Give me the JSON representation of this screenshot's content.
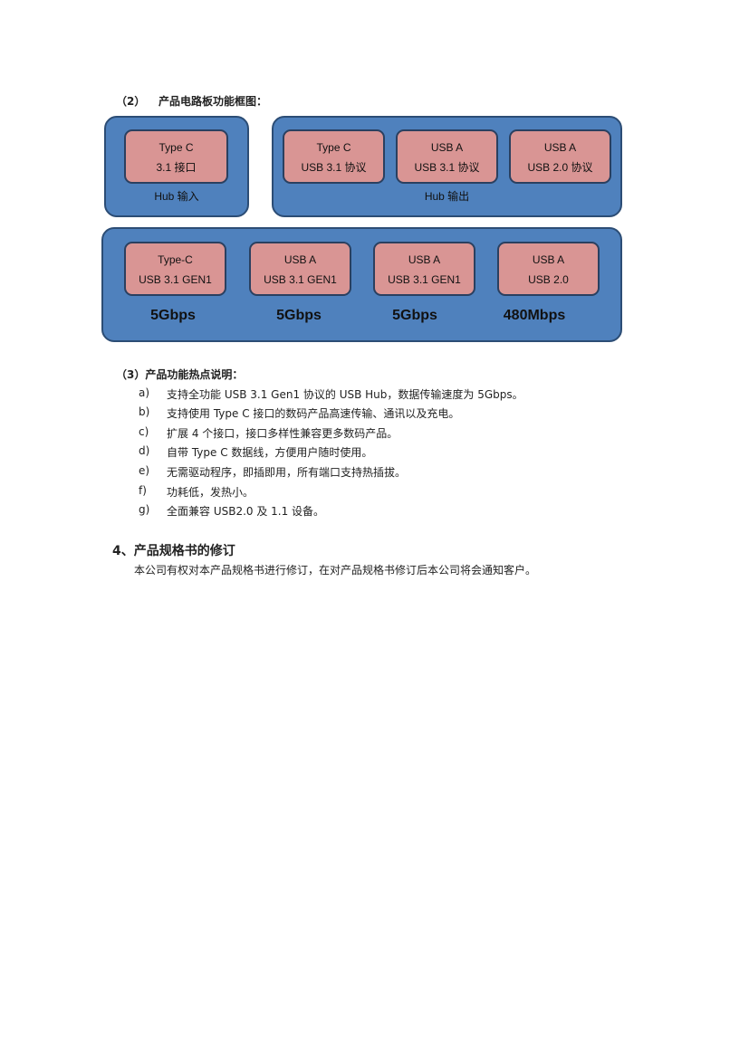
{
  "section2": {
    "number": "（2）",
    "title": "产品电路板功能框图："
  },
  "diagram": {
    "hub_input": {
      "label": "Hub 输入",
      "port": {
        "line1": "Type C",
        "line2": "3.1 接口"
      }
    },
    "hub_output": {
      "label": "Hub 输出",
      "ports": [
        {
          "line1": "Type C",
          "line2": "USB 3.1 协议"
        },
        {
          "line1": "USB A",
          "line2": "USB 3.1 协议"
        },
        {
          "line1": "USB A",
          "line2": "USB 2.0 协议"
        }
      ]
    },
    "ports": [
      {
        "line1": "Type-C",
        "line2": "USB 3.1 GEN1",
        "speed": "5Gbps"
      },
      {
        "line1": "USB A",
        "line2": "USB 3.1 GEN1",
        "speed": "5Gbps"
      },
      {
        "line1": "USB A",
        "line2": "USB 3.1 GEN1",
        "speed": "5Gbps"
      },
      {
        "line1": "USB A",
        "line2": "USB 2.0",
        "speed": "480Mbps"
      }
    ]
  },
  "section3": {
    "title": "（3）产品功能热点说明：",
    "items": [
      {
        "letter": "a)",
        "text": "支持全功能 USB 3.1 Gen1 协议的 USB Hub，数据传输速度为 5Gbps。"
      },
      {
        "letter": "b)",
        "text": "支持使用 Type C 接口的数码产品高速传输、通讯以及充电。"
      },
      {
        "letter": "c)",
        "text": "扩展 4 个接口，接口多样性兼容更多数码产品。"
      },
      {
        "letter": "d)",
        "text": "自带 Type C 数据线，方便用户随时使用。"
      },
      {
        "letter": "e)",
        "text": "无需驱动程序，即插即用，所有端口支持热插拔。"
      },
      {
        "letter": "f)",
        "text": "功耗低，发热小。"
      },
      {
        "letter": "g)",
        "text": "全面兼容 USB2.0 及 1.1 设备。"
      }
    ]
  },
  "section4": {
    "title": "4、产品规格书的修订",
    "text": "本公司有权对本产品规格书进行修订，在对产品规格书修订后本公司将会通知客户。"
  }
}
